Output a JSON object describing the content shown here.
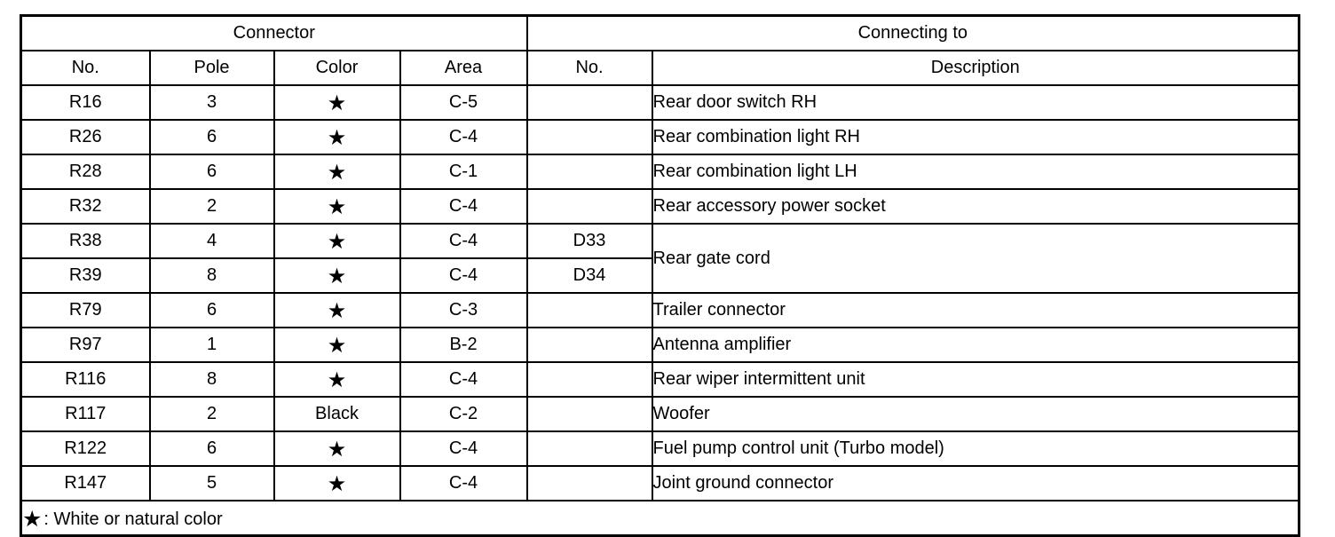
{
  "table": {
    "group_headers": {
      "connector": "Connector",
      "connecting_to": "Connecting to"
    },
    "columns": {
      "connector_no": "No.",
      "pole": "Pole",
      "color": "Color",
      "area": "Area",
      "to_no": "No.",
      "description": "Description"
    },
    "star_glyph": "★",
    "rows": [
      {
        "connector_no": "R16",
        "pole": "3",
        "color": "★",
        "area": "C-5",
        "to_no": "",
        "description": "Rear door switch RH"
      },
      {
        "connector_no": "R26",
        "pole": "6",
        "color": "★",
        "area": "C-4",
        "to_no": "",
        "description": "Rear combination light RH"
      },
      {
        "connector_no": "R28",
        "pole": "6",
        "color": "★",
        "area": "C-1",
        "to_no": "",
        "description": "Rear combination light LH"
      },
      {
        "connector_no": "R32",
        "pole": "2",
        "color": "★",
        "area": "C-4",
        "to_no": "",
        "description": "Rear accessory power socket"
      },
      {
        "connector_no": "R38",
        "pole": "4",
        "color": "★",
        "area": "C-4",
        "to_no": "D33",
        "description": "Rear gate cord"
      },
      {
        "connector_no": "R39",
        "pole": "8",
        "color": "★",
        "area": "C-4",
        "to_no": "D34",
        "description": ""
      },
      {
        "connector_no": "R79",
        "pole": "6",
        "color": "★",
        "area": "C-3",
        "to_no": "",
        "description": "Trailer connector"
      },
      {
        "connector_no": "R97",
        "pole": "1",
        "color": "★",
        "area": "B-2",
        "to_no": "",
        "description": "Antenna amplifier"
      },
      {
        "connector_no": "R116",
        "pole": "8",
        "color": "★",
        "area": "C-4",
        "to_no": "",
        "description": "Rear wiper intermittent unit"
      },
      {
        "connector_no": "R117",
        "pole": "2",
        "color": "Black",
        "area": "C-2",
        "to_no": "",
        "description": "Woofer"
      },
      {
        "connector_no": "R122",
        "pole": "6",
        "color": "★",
        "area": "C-4",
        "to_no": "",
        "description": "Fuel pump control unit (Turbo model)"
      },
      {
        "connector_no": "R147",
        "pole": "5",
        "color": "★",
        "area": "C-4",
        "to_no": "",
        "description": "Joint ground connector"
      }
    ],
    "footnote": {
      "symbol": "★",
      "text": ": White or natural color"
    }
  },
  "colors": {
    "border": "#000000",
    "text": "#000000",
    "background": "#ffffff"
  }
}
